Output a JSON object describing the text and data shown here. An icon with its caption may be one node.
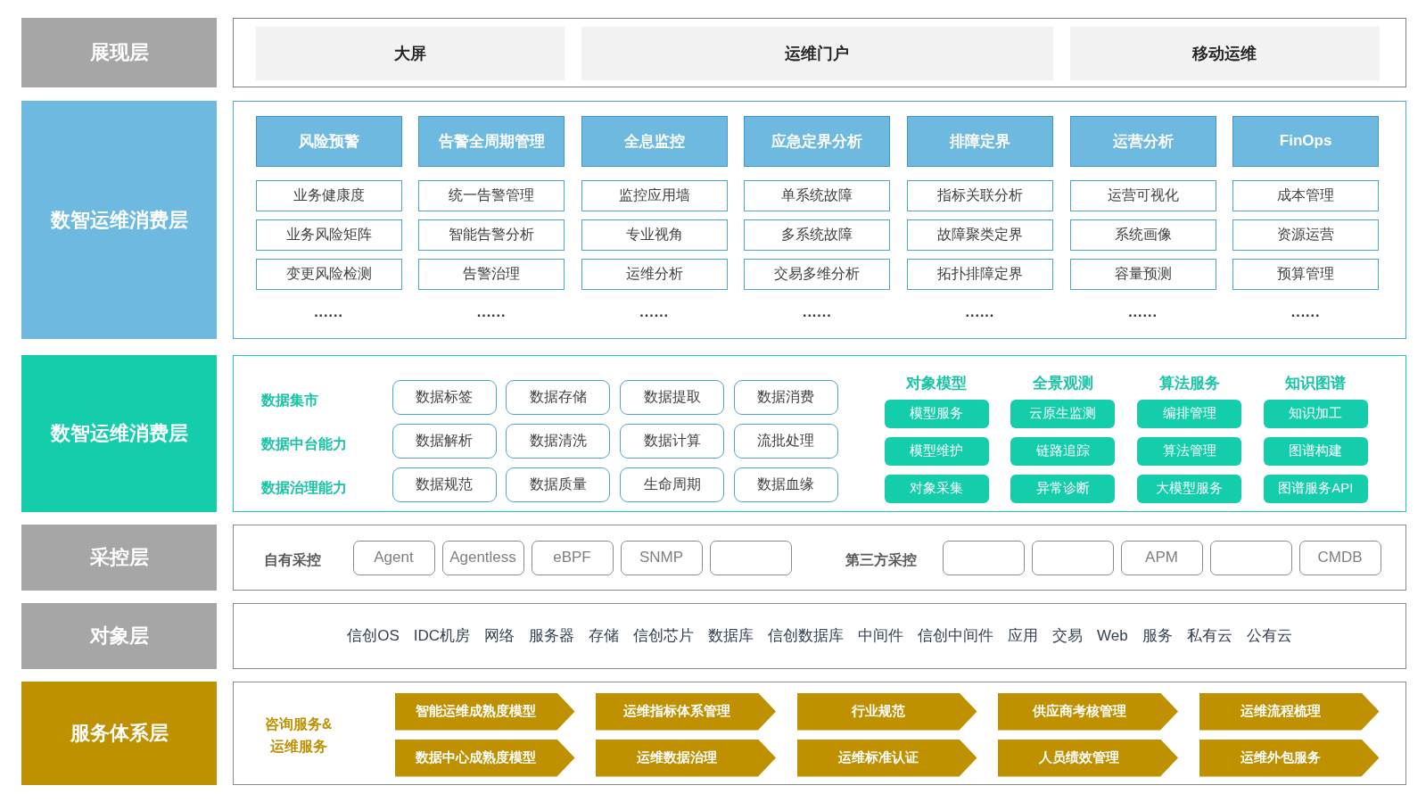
{
  "diagram": {
    "nodes": [
      {
        "text": [
          "展现层"
        ]
      },
      {
        "text": [],
        "shape": "box"
      },
      {
        "text": [
          "大屏"
        ],
        "in": 1
      },
      {
        "text": [
          "运维门户"
        ],
        "in": 1
      },
      {
        "text": [
          "移动运维"
        ],
        "in": 1
      },
      {
        "text": [
          "数智运维消费层"
        ]
      },
      {
        "text": [
          "......",
          "......",
          "......",
          "......",
          "......",
          "......",
          "......"
        ]
      },
      {
        "text": [
          "风险预警"
        ],
        "in": 6
      },
      {
        "text": [
          "告警全周期管理"
        ],
        "in": 6
      },
      {
        "text": [
          "全息监控"
        ],
        "in": 6
      },
      {
        "text": [
          "应急定界分析"
        ],
        "in": 6
      },
      {
        "text": [
          "排障定界"
        ],
        "in": 6
      },
      {
        "text": [
          "运营分析"
        ],
        "in": 6
      },
      {
        "text": [
          "FinOps"
        ],
        "in": 6
      },
      {
        "text": [
          "业务健康度"
        ],
        "in": 6
      },
      {
        "text": [
          "统一告警管理"
        ],
        "in": 6
      },
      {
        "text": [
          "监控应用墙"
        ],
        "in": 6
      },
      {
        "text": [
          "单系统故障"
        ],
        "in": 6
      },
      {
        "text": [
          "指标关联分析"
        ],
        "in": 6
      },
      {
        "text": [
          "运营可视化"
        ],
        "in": 6
      },
      {
        "text": [
          "成本管理"
        ],
        "in": 6
      },
      {
        "text": [
          "业务风险矩阵"
        ],
        "in": 6
      },
      {
        "text": [
          "智能告警分析"
        ],
        "in": 6
      },
      {
        "text": [
          "专业视角"
        ],
        "in": 6
      },
      {
        "text": [
          "多系统故障"
        ],
        "in": 6
      },
      {
        "text": [
          "故障聚类定界"
        ],
        "in": 6
      },
      {
        "text": [
          "系统画像"
        ],
        "in": 6
      },
      {
        "text": [
          "资源运营"
        ],
        "in": 6
      },
      {
        "text": [
          "变更风险检测"
        ],
        "in": 6
      },
      {
        "text": [
          "告警治理"
        ],
        "in": 6
      },
      {
        "text": [
          "运维分析"
        ],
        "in": 6
      },
      {
        "text": [
          "交易多维分析"
        ],
        "in": 6
      },
      {
        "text": [
          "拓扑排障定界"
        ],
        "in": 6
      },
      {
        "text": [
          "容量预测"
        ],
        "in": 6
      },
      {
        "text": [
          "预算管理"
        ],
        "in": 6
      },
      {
        "text": [
          "数智运维消费层"
        ]
      },
      {
        "text": [
          "数据集市",
          "数据中台能力",
          "数据治理能力",
          "对象模型",
          "全景观测",
          "算法服务",
          "知识图谱"
        ]
      },
      {
        "text": [
          "数据标签"
        ],
        "in": 36
      },
      {
        "text": [
          "数据存储"
        ],
        "in": 36
      },
      {
        "text": [
          "数据提取"
        ],
        "in": 36
      },
      {
        "text": [
          "数据消费"
        ],
        "in": 36
      },
      {
        "text": [
          "数据解析"
        ],
        "in": 36
      },
      {
        "text": [
          "数据清洗"
        ],
        "in": 36
      },
      {
        "text": [
          "数据计算"
        ],
        "in": 36
      },
      {
        "text": [
          "流批处理"
        ],
        "in": 36
      },
      {
        "text": [
          "数据规范"
        ],
        "in": 36
      },
      {
        "text": [
          "数据质量"
        ],
        "in": 36
      },
      {
        "text": [
          "生命周期"
        ],
        "in": 36
      },
      {
        "text": [
          "数据血缘"
        ],
        "in": 36
      },
      {
        "text": [
          "模型服务"
        ],
        "in": 36
      },
      {
        "text": [
          "云原生监测"
        ],
        "in": 36
      },
      {
        "text": [
          "编排管理"
        ],
        "in": 36
      },
      {
        "text": [
          "知识加工"
        ],
        "in": 36
      },
      {
        "text": [
          "模型维护"
        ],
        "in": 36
      },
      {
        "text": [
          "链路追踪"
        ],
        "in": 36
      },
      {
        "text": [
          "算法管理"
        ],
        "in": 36
      },
      {
        "text": [
          "图谱构建"
        ],
        "in": 36
      },
      {
        "text": [
          "对象采集"
        ],
        "in": 36
      },
      {
        "text": [
          "异常诊断"
        ],
        "in": 36
      },
      {
        "text": [
          "大模型服务"
        ],
        "in": 36
      },
      {
        "text": [
          "图谱服务API"
        ],
        "in": 36
      },
      {
        "text": [
          "采控层"
        ]
      },
      {
        "text": [
          "自有采控",
          "第三方采控"
        ]
      },
      {
        "text": [
          "Agent"
        ],
        "in": 62
      },
      {
        "text": [
          "Agentless"
        ],
        "in": 62
      },
      {
        "text": [
          "eBPF"
        ],
        "in": 62
      },
      {
        "text": [
          "SNMP"
        ],
        "in": 62
      },
      {
        "text": [],
        "shape": "box",
        "in": 62
      },
      {
        "text": [],
        "shape": "box",
        "in": 62
      },
      {
        "text": [],
        "shape": "box",
        "in": 62
      },
      {
        "text": [
          "APM"
        ],
        "in": 62
      },
      {
        "text": [],
        "shape": "box",
        "in": 62
      },
      {
        "text": [
          "CMDB"
        ],
        "in": 62
      },
      {
        "text": [
          "对象层"
        ]
      },
      {
        "text": [
          "信创OS",
          "IDC机房",
          "网络",
          "服务器",
          "存储",
          "信创芯片",
          "数据库",
          "信创数据库",
          "中间件",
          "信创中间件",
          "应用",
          "交易",
          "Web",
          "服务",
          "私有云",
          "公有云"
        ]
      },
      {
        "text": [
          "服务体系层"
        ]
      },
      {
        "text": [
          "咨询服务&运维服务"
        ]
      },
      {
        "text": [
          "智能运维成熟度模型"
        ],
        "in": 76
      },
      {
        "text": [
          "运维指标体系管理"
        ],
        "in": 76
      },
      {
        "text": [
          "行业规范"
        ],
        "in": 76
      },
      {
        "text": [
          "供应商考核管理"
        ],
        "in": 76
      },
      {
        "text": [
          "运维流程梳理"
        ],
        "in": 76
      },
      {
        "text": [
          "数据中心成熟度模型"
        ],
        "in": 76
      },
      {
        "text": [
          "运维数据治理"
        ],
        "in": 76
      },
      {
        "text": [
          "运维标准认证"
        ],
        "in": 76
      },
      {
        "text": [
          "人员绩效管理"
        ],
        "in": 76
      },
      {
        "text": [
          "运维外包服务"
        ],
        "in": 76
      }
    ]
  }
}
